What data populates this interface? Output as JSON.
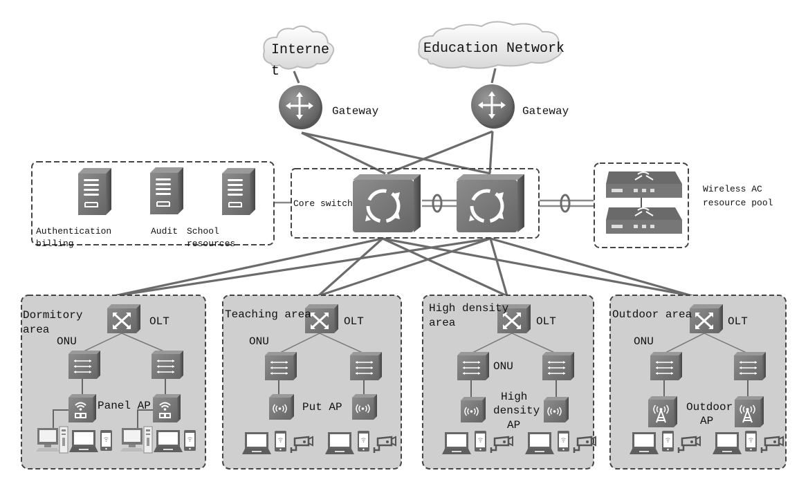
{
  "clouds": {
    "internet": {
      "label_line1": "Interne",
      "label_line2": "t"
    },
    "education": {
      "label": "Education Network"
    }
  },
  "gateways": [
    {
      "label": "Gateway"
    },
    {
      "label": "Gateway"
    }
  ],
  "servers": {
    "items": [
      {
        "label_line1": "Authentication",
        "label_line2": "billing"
      },
      {
        "label_line1": "Audit",
        "label_line2": ""
      },
      {
        "label_line1": "School",
        "label_line2": "resources"
      }
    ]
  },
  "core": {
    "label": "Core switch"
  },
  "wireless_ac": {
    "label_line1": "Wireless AC",
    "label_line2": "resource pool"
  },
  "areas": [
    {
      "name_line1": "Dormitory",
      "name_line2": "area",
      "olt": "OLT",
      "onu": "ONU",
      "ap_line1": "Panel AP",
      "ap_line2": "",
      "ap_line3": "",
      "ap_type": "panel"
    },
    {
      "name_line1": "Teaching area",
      "name_line2": "",
      "olt": "OLT",
      "onu": "ONU",
      "ap_line1": "Put AP",
      "ap_line2": "",
      "ap_line3": "",
      "ap_type": "put"
    },
    {
      "name_line1": "High density",
      "name_line2": "area",
      "olt": "OLT",
      "onu": "ONU",
      "ap_line1": "High",
      "ap_line2": "density",
      "ap_line3": "AP",
      "ap_type": "put"
    },
    {
      "name_line1": "Outdoor area",
      "name_line2": "",
      "olt": "OLT",
      "onu": "ONU",
      "ap_line1": "Outdoor",
      "ap_line2": "AP",
      "ap_line3": "",
      "ap_type": "outdoor"
    }
  ],
  "colors": {
    "device": "#7a7a7a",
    "device_dark": "#5e5e5e",
    "link": "#6b6b6b",
    "area_bg": "#cfcfcf",
    "dash": "#444444"
  }
}
